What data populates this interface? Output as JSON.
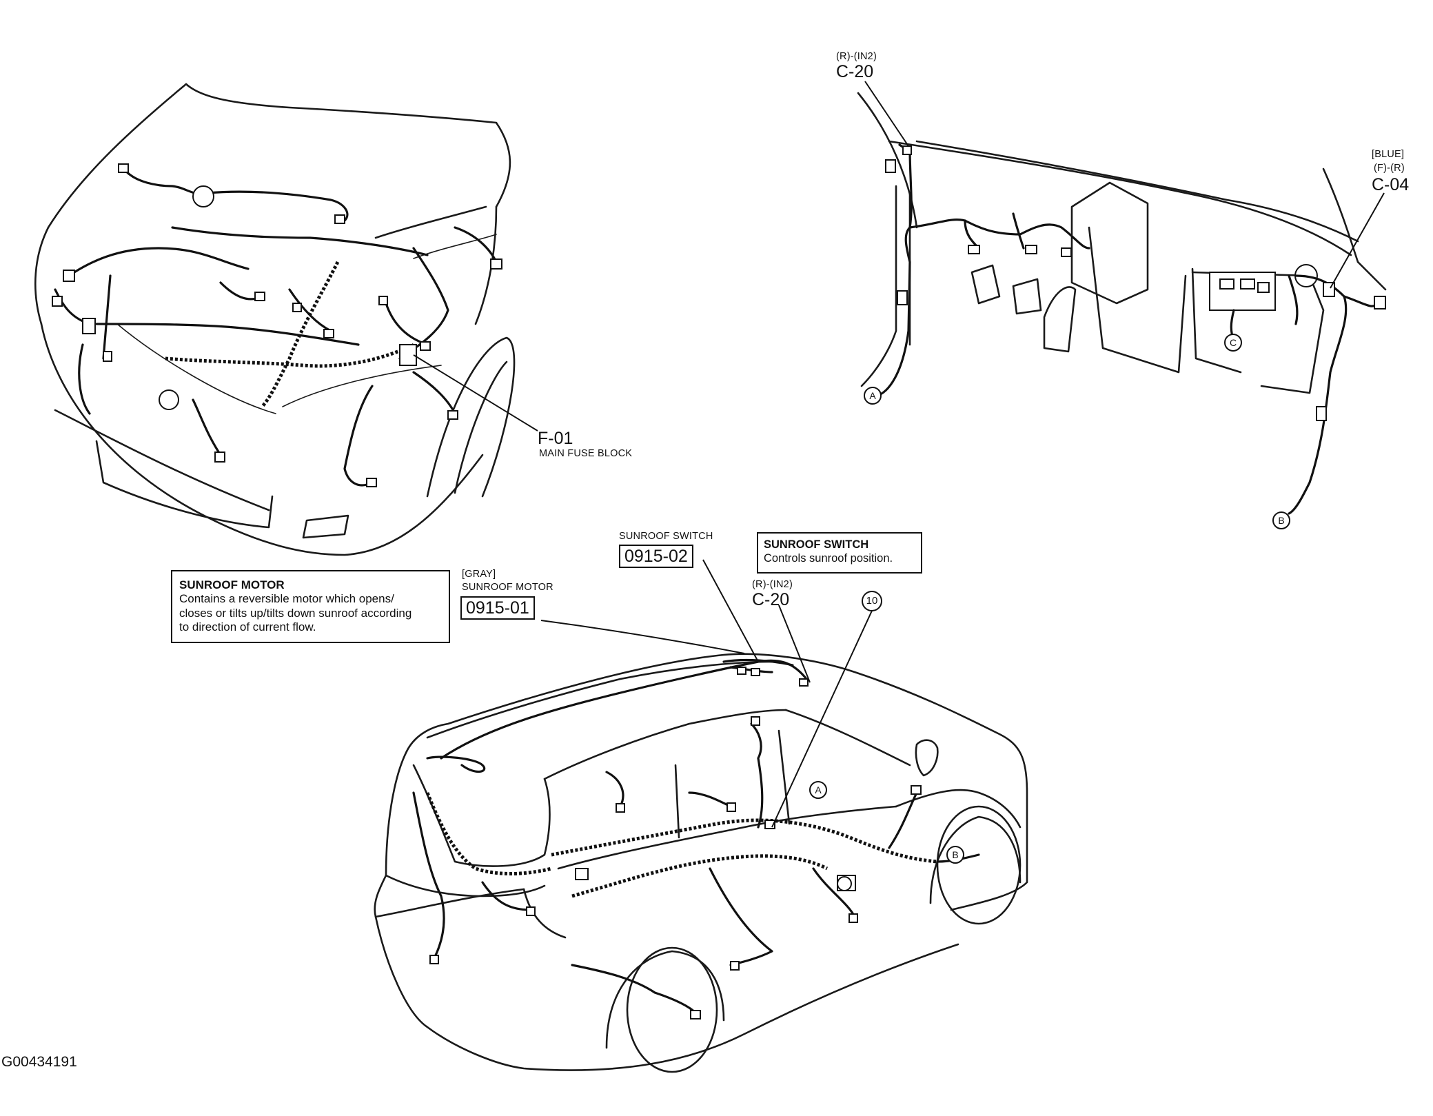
{
  "figure_id": "G00434191",
  "labels": {
    "c20_top_spec": "(R)-(IN2)",
    "c20_top_code": "C-20",
    "c04_color": "[BLUE]",
    "c04_spec": "(F)-(R)",
    "c04_code": "C-04",
    "f01_code": "F-01",
    "f01_name": "MAIN FUSE BLOCK",
    "switch_caption": "SUNROOF SWITCH",
    "switch_code": "0915-02",
    "motor_color": "[GRAY]",
    "motor_caption": "SUNROOF MOTOR",
    "motor_code": "0915-01",
    "c20_bottom_spec": "(R)-(IN2)",
    "c20_bottom_code": "C-20",
    "callout_10": "10"
  },
  "markers": {
    "a_top": "A",
    "c_top": "C",
    "b_top": "B",
    "a_bottom": "A",
    "b_bottom": "B"
  },
  "notes": {
    "motor": {
      "title": "SUNROOF MOTOR",
      "body": "Contains a reversible motor which opens/\ncloses or tilts up/tilts down sunroof according\nto direction of current flow."
    },
    "switch": {
      "title": "SUNROOF SWITCH",
      "body": "Controls sunroof position."
    }
  },
  "views": {
    "engine_bay": "engine-compartment-harness-view",
    "dashboard": "instrument-panel-harness-view",
    "vehicle": "body-and-roof-harness-view"
  }
}
